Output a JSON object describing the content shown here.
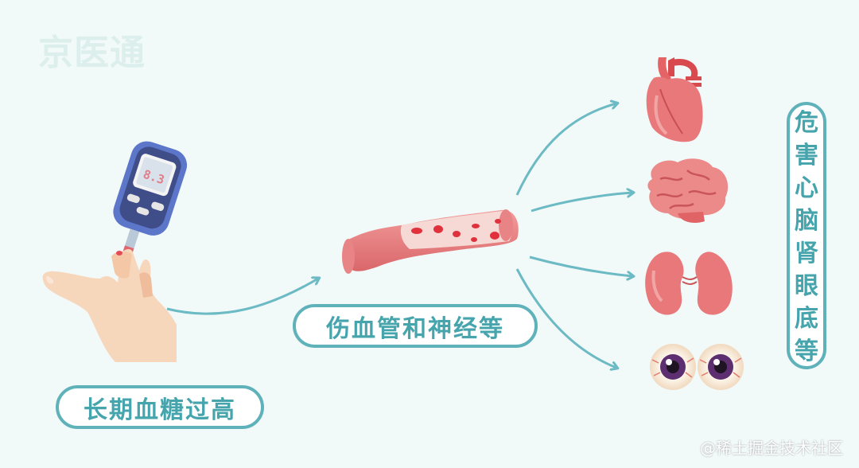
{
  "logo": "京医通",
  "cause_label": "长期血糖过高",
  "middle_label": "伤血管和神经等",
  "harm_label_chars": [
    "危",
    "害",
    "心",
    "脑",
    "肾",
    "眼",
    "底",
    "等"
  ],
  "meter_reading": "8.3",
  "watermark": "@稀土掘金技术社区",
  "icons": [
    "hand-icon",
    "glucose-meter-icon",
    "blood-vessel-icon",
    "heart-icon",
    "brain-icon",
    "kidney-icon",
    "eyeball-icon"
  ],
  "colors": {
    "background": "#f1f9f9",
    "teal": "#5fb2b9",
    "text_teal": "#46a4ad",
    "organ_red": "#e8787a"
  }
}
